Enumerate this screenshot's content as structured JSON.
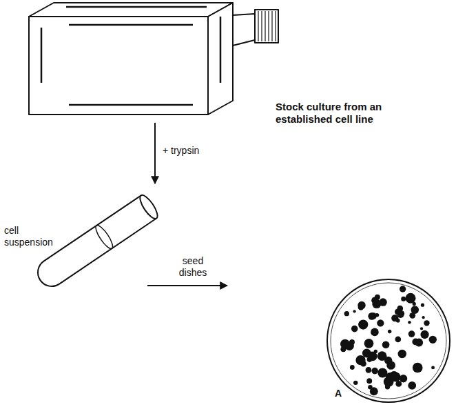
{
  "diagram": {
    "nodes": [
      {
        "text": [
          "Stock culture from an established cell line"
        ]
      },
      {
        "text": [
          "cell suspension"
        ]
      },
      {
        "text": [
          "A"
        ]
      }
    ],
    "edges": [
      {
        "from": 0,
        "to": 1,
        "arrow": "to",
        "label": "+ trypsin"
      },
      {
        "from": 1,
        "to": 2,
        "arrow": "to",
        "label": "seed dishes"
      }
    ]
  }
}
